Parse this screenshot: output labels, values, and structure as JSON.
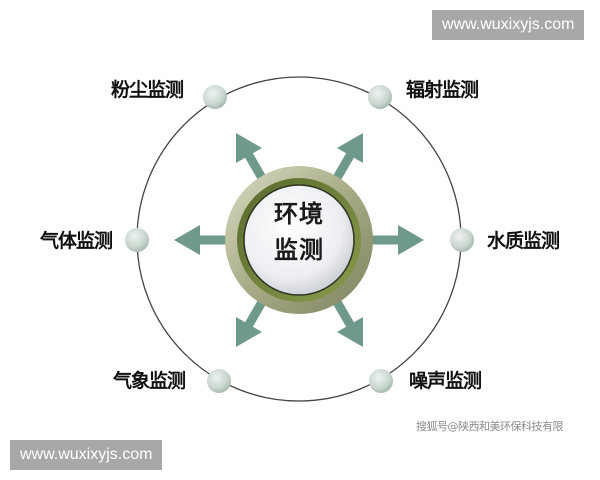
{
  "diagram": {
    "type": "radial-hub",
    "center": {
      "line1": "环境",
      "line2": "监测",
      "full": "环境监测"
    },
    "nodes": [
      {
        "id": "dust",
        "label": "粉尘监测",
        "position": "top-left"
      },
      {
        "id": "radiation",
        "label": "辐射监测",
        "position": "top-right"
      },
      {
        "id": "gas",
        "label": "气体监测",
        "position": "left"
      },
      {
        "id": "water",
        "label": "水质监测",
        "position": "right"
      },
      {
        "id": "weather",
        "label": "气象监测",
        "position": "bottom-left"
      },
      {
        "id": "noise",
        "label": "噪声监测",
        "position": "bottom-right"
      }
    ],
    "colors": {
      "arrow": "#6f9a8a",
      "ring_outer": "#b9bb9a",
      "ring_inner": "#6e7d3e",
      "node_fill": "#cdd9d2",
      "orbit_line": "#444444"
    }
  },
  "watermarks": {
    "top_right": "www.wuxixyjs.com",
    "bottom_left": "www.wuxixyjs.com"
  },
  "source_credit": "搜狐号@陕西和美环保科技有限"
}
